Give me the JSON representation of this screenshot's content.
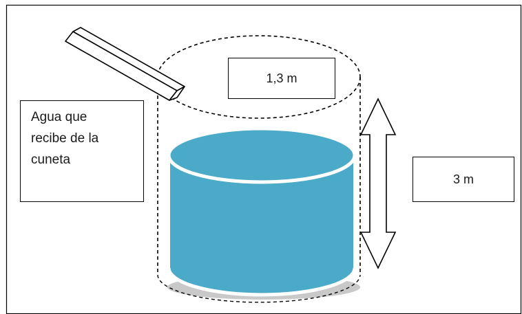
{
  "labels": {
    "diameter": "1,3 m",
    "height": "3 m",
    "inflow_lines": [
      "Agua que",
      "recibe de la",
      "cuneta"
    ]
  },
  "colors": {
    "water_fill": "#4aaac7",
    "water_top_fill": "#4aaac7",
    "rim": "#ffffff",
    "outline": "#000000",
    "shadow": "#c9c9c9",
    "chute_fill": "#ffffff"
  },
  "icons": {
    "arrow": "double-headed-vertical-arrow",
    "chute": "inflow-channel"
  }
}
